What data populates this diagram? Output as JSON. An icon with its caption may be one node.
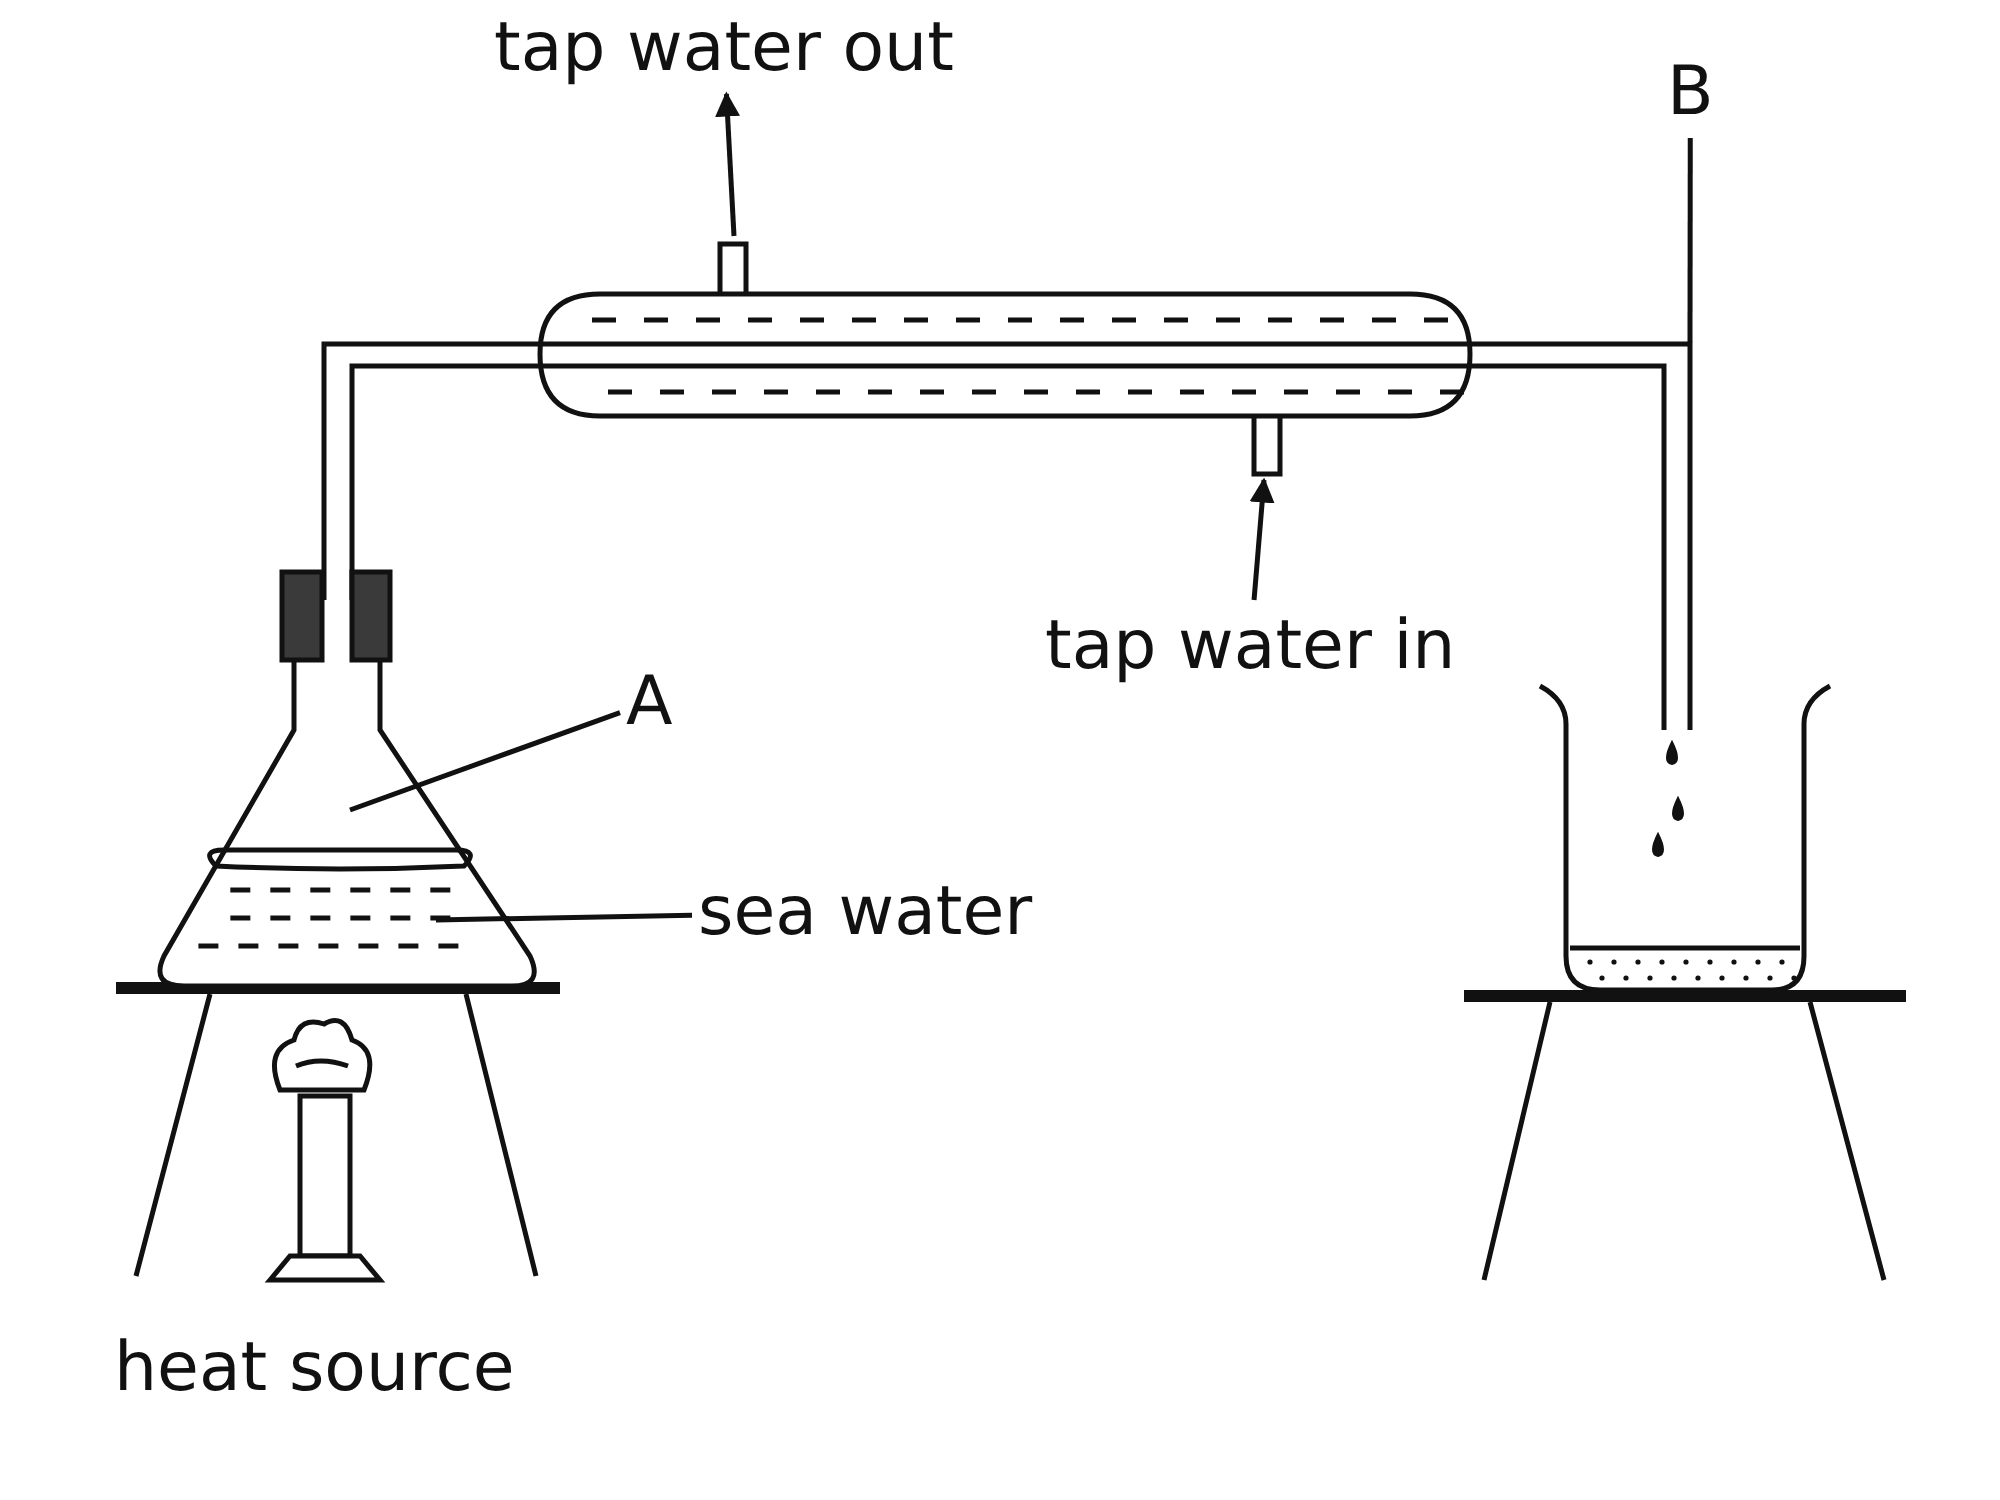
{
  "diagram": {
    "nodes": [
      {
        "text": [
          "tap water out"
        ]
      },
      {
        "text": [
          "B"
        ]
      },
      {
        "text": [
          "tap water in"
        ]
      },
      {
        "text": [
          "A"
        ]
      },
      {
        "text": [
          "sea water"
        ]
      }
    ],
    "edges": [
      {
        "from": null,
        "to": 0,
        "arrow": "to"
      },
      {
        "from": 1,
        "to": null,
        "arrow": "none"
      },
      {
        "from": 2,
        "to": null,
        "arrow": "to"
      },
      {
        "from": 3,
        "to": null,
        "arrow": "none"
      },
      {
        "from": 4,
        "to": null,
        "arrow": "none"
      }
    ],
    "labels": [
      "heat source"
    ]
  }
}
